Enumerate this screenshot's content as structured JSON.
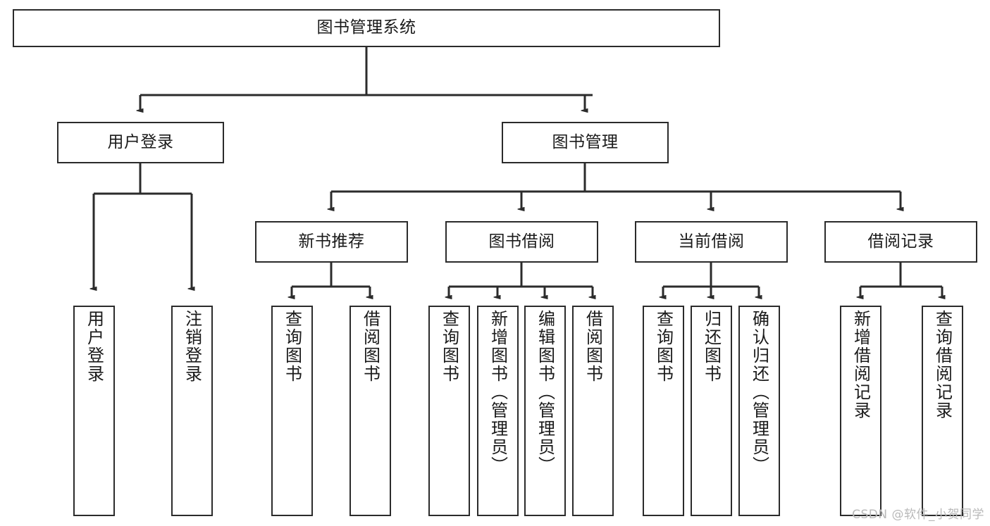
{
  "diagram": {
    "type": "tree-hierarchy",
    "title": "图书管理系统",
    "root": {
      "label": "图书管理系统"
    },
    "level1": [
      {
        "id": "user-login",
        "label": "用户登录"
      },
      {
        "id": "book-management",
        "label": "图书管理"
      }
    ],
    "level2": [
      {
        "id": "new-book-recommend",
        "label": "新书推荐",
        "parent": "book-management"
      },
      {
        "id": "book-borrow",
        "label": "图书借阅",
        "parent": "book-management"
      },
      {
        "id": "current-borrow",
        "label": "当前借阅",
        "parent": "book-management"
      },
      {
        "id": "borrow-record",
        "label": "借阅记录",
        "parent": "book-management"
      }
    ],
    "leaves": {
      "user-login": [
        {
          "id": "leaf-user-login",
          "label": "用户登录"
        },
        {
          "id": "leaf-logout-login",
          "label": "注销登录"
        }
      ],
      "new-book-recommend": [
        {
          "id": "leaf-query-book-1",
          "label": "查询图书"
        },
        {
          "id": "leaf-borrow-book-1",
          "label": "借阅图书"
        }
      ],
      "book-borrow": [
        {
          "id": "leaf-query-book-2",
          "label": "查询图书"
        },
        {
          "id": "leaf-add-book",
          "label": "新增图书（管理员）"
        },
        {
          "id": "leaf-edit-book",
          "label": "编辑图书（管理员）"
        },
        {
          "id": "leaf-borrow-book-2",
          "label": "借阅图书"
        }
      ],
      "current-borrow": [
        {
          "id": "leaf-query-book-3",
          "label": "查询图书"
        },
        {
          "id": "leaf-return-book",
          "label": "归还图书"
        },
        {
          "id": "leaf-confirm-return",
          "label": "确认归还（管理员）"
        }
      ],
      "borrow-record": [
        {
          "id": "leaf-add-record",
          "label": "新增借阅记录"
        },
        {
          "id": "leaf-query-record",
          "label": "查询借阅记录"
        }
      ]
    },
    "colors": {
      "stroke": "#2b2b2b",
      "fill": "#ffffff",
      "text": "#1a1a1a",
      "watermark": "#b9b9b9"
    }
  },
  "watermark": {
    "text": "CSDN @软件_小贺同学"
  }
}
